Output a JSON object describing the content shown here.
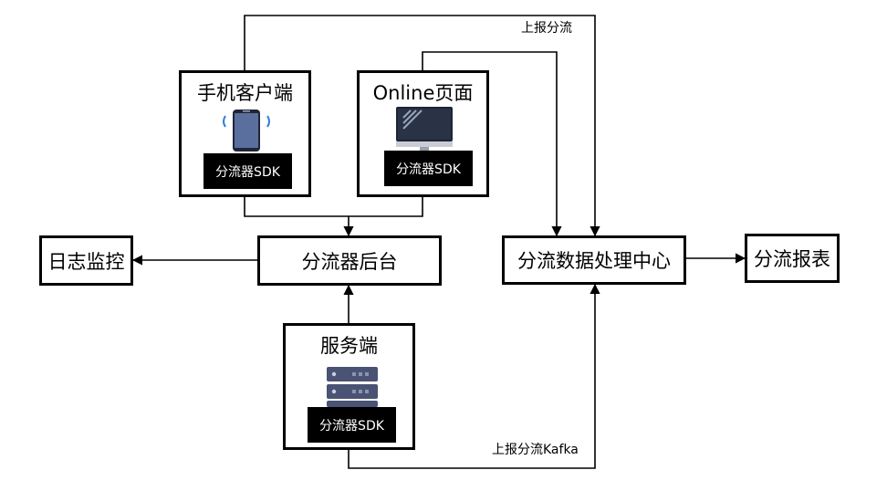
{
  "nodes": {
    "mobile_client": {
      "title": "手机客户端",
      "sdk": "分流器SDK",
      "icon": "mobile-phone-icon"
    },
    "online_page": {
      "title": "Online页面",
      "sdk": "分流器SDK",
      "icon": "desktop-monitor-icon"
    },
    "server_side": {
      "title": "服务端",
      "sdk": "分流器SDK",
      "icon": "server-icon"
    },
    "splitter_backend": {
      "label": "分流器后台"
    },
    "log_monitor": {
      "label": "日志监控"
    },
    "data_center": {
      "label": "分流数据处理中心"
    },
    "report": {
      "label": "分流报表"
    }
  },
  "edges": {
    "report_split": {
      "label": "上报分流"
    },
    "report_split_kafka": {
      "label": "上报分流Kafka"
    }
  },
  "colors": {
    "line": "#000000",
    "sdk_bg": "#000000",
    "sdk_text": "#ffffff",
    "server_icon": "#4a5373"
  }
}
